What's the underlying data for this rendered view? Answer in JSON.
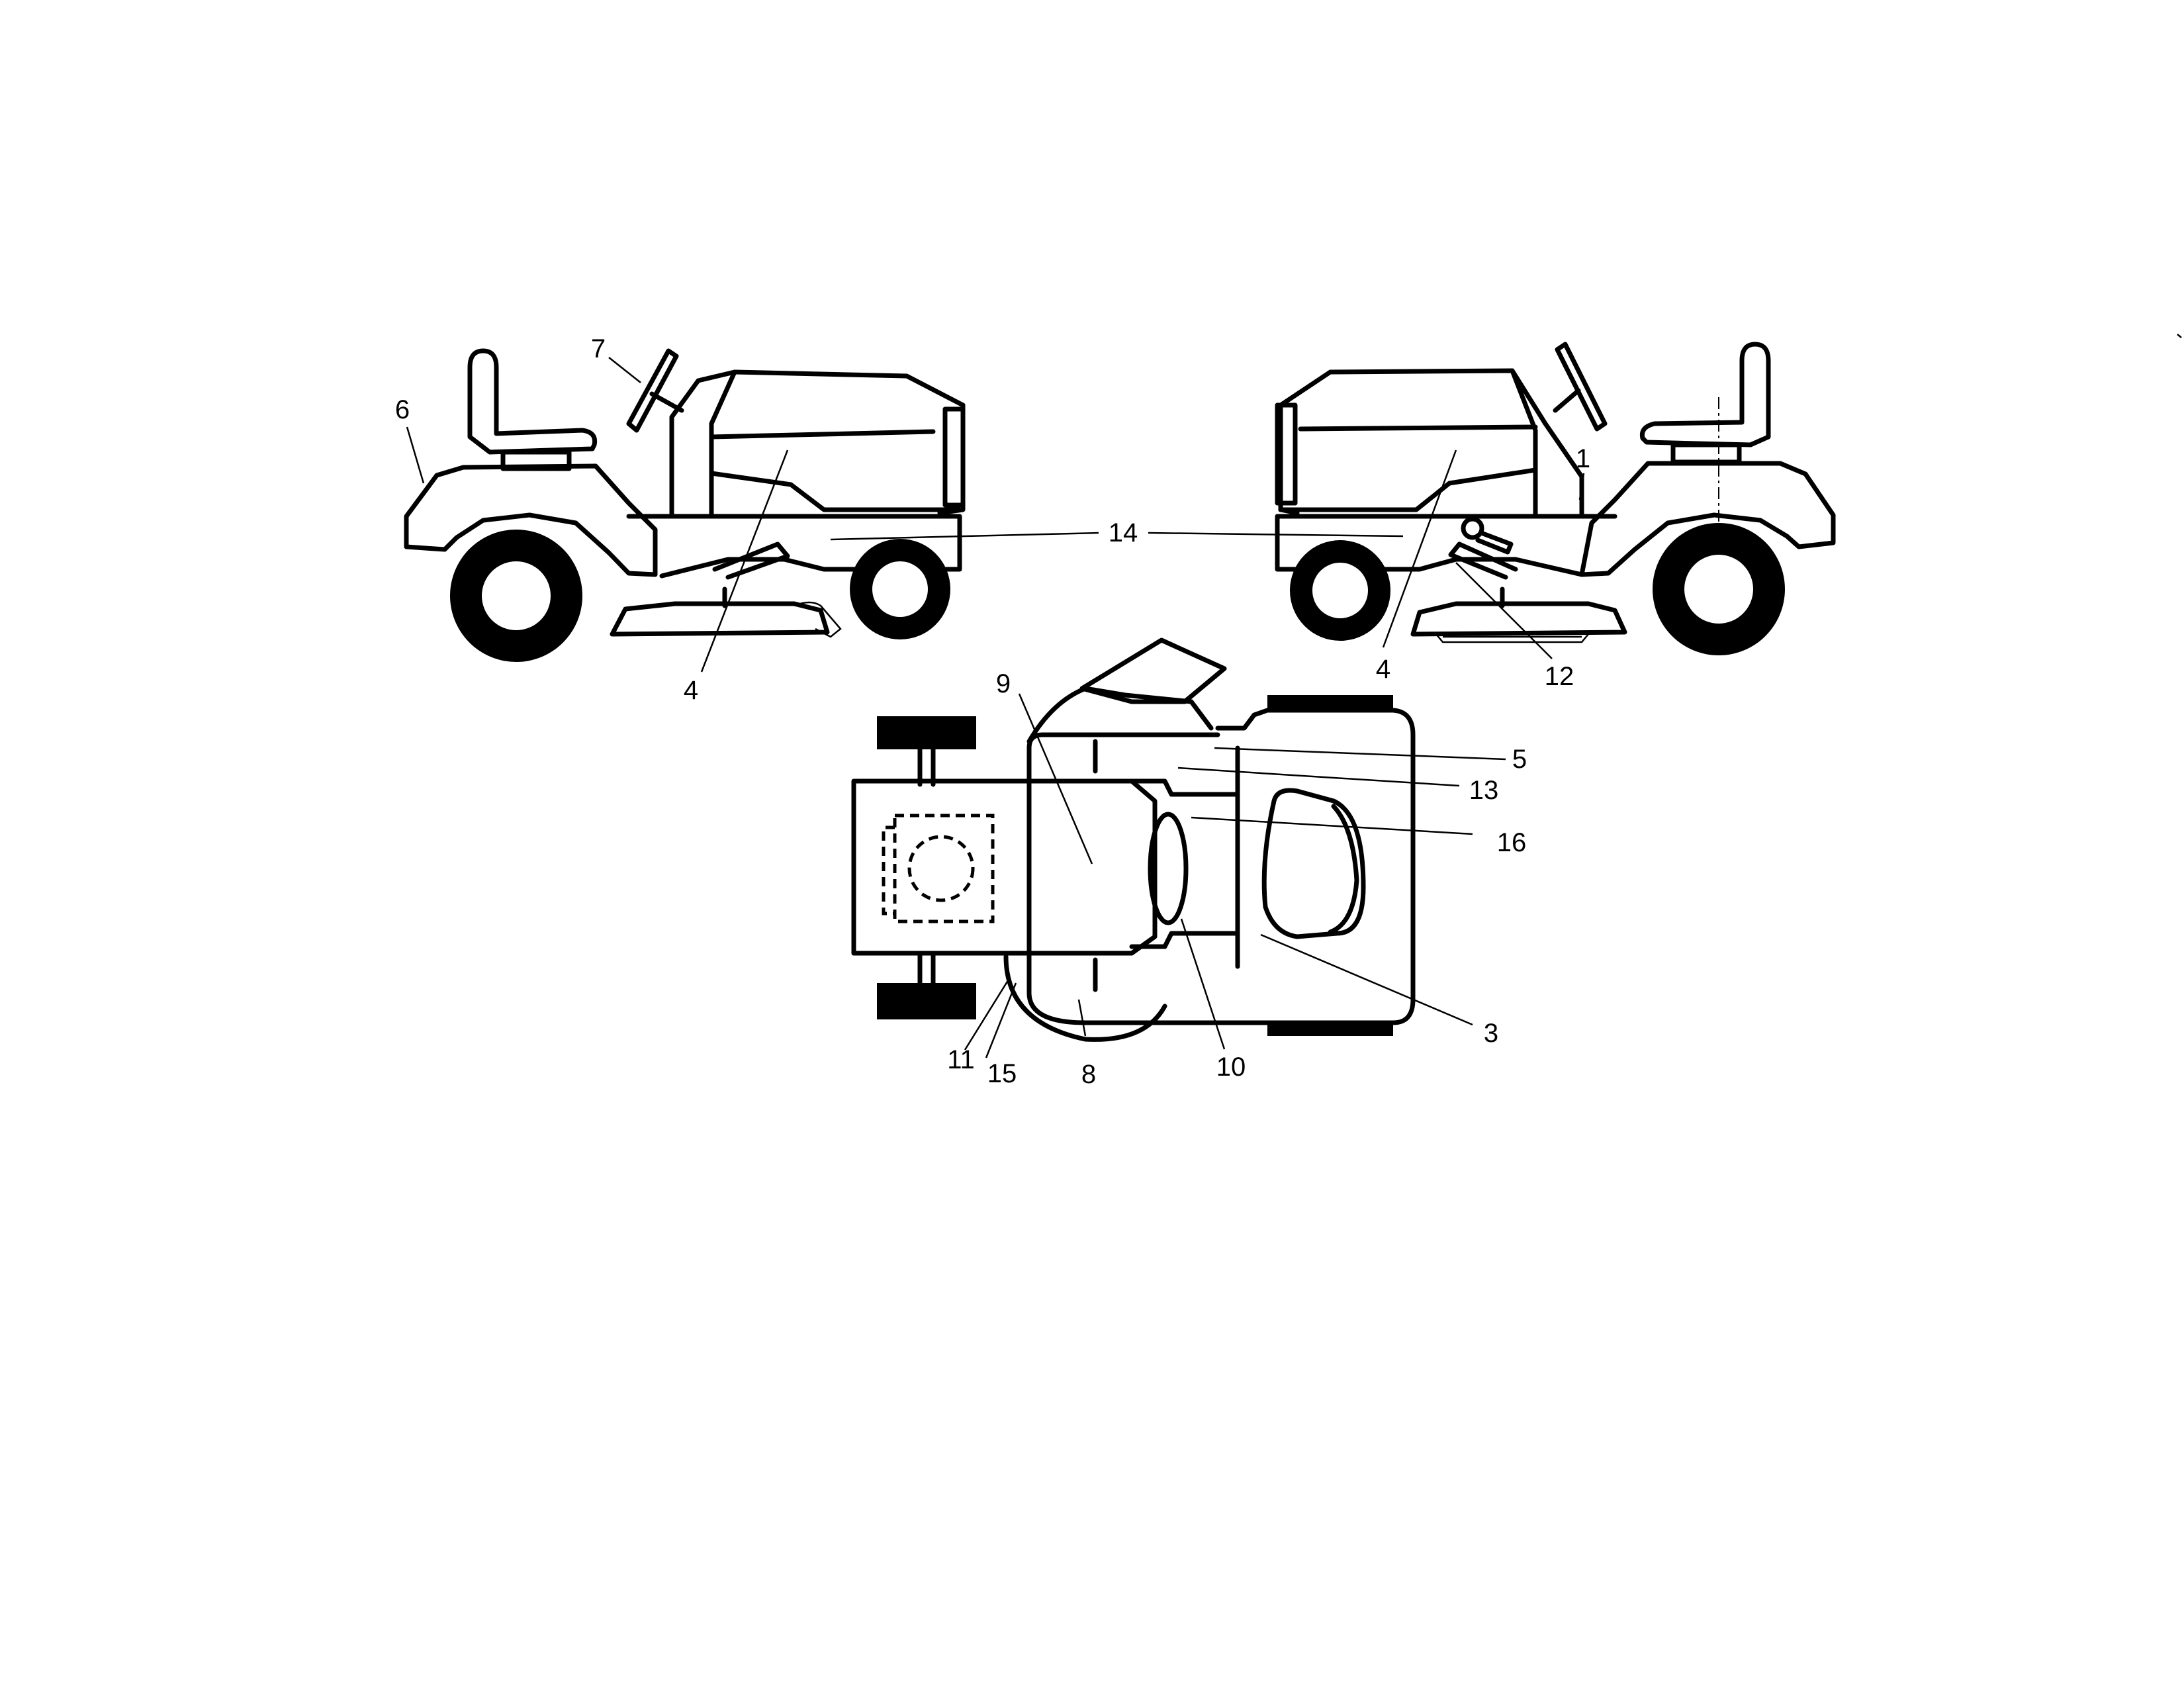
{
  "callouts": [
    {
      "id": "c1",
      "text": "1"
    },
    {
      "id": "c3",
      "text": "3"
    },
    {
      "id": "c4a",
      "text": "4"
    },
    {
      "id": "c4b",
      "text": "4"
    },
    {
      "id": "c5",
      "text": "5"
    },
    {
      "id": "c6",
      "text": "6"
    },
    {
      "id": "c7",
      "text": "7"
    },
    {
      "id": "c8",
      "text": "8"
    },
    {
      "id": "c9",
      "text": "9"
    },
    {
      "id": "c10",
      "text": "10"
    },
    {
      "id": "c11",
      "text": "11"
    },
    {
      "id": "c12",
      "text": "12"
    },
    {
      "id": "c13",
      "text": "13"
    },
    {
      "id": "c14",
      "text": "14"
    },
    {
      "id": "c15",
      "text": "15"
    },
    {
      "id": "c16",
      "text": "16"
    }
  ]
}
